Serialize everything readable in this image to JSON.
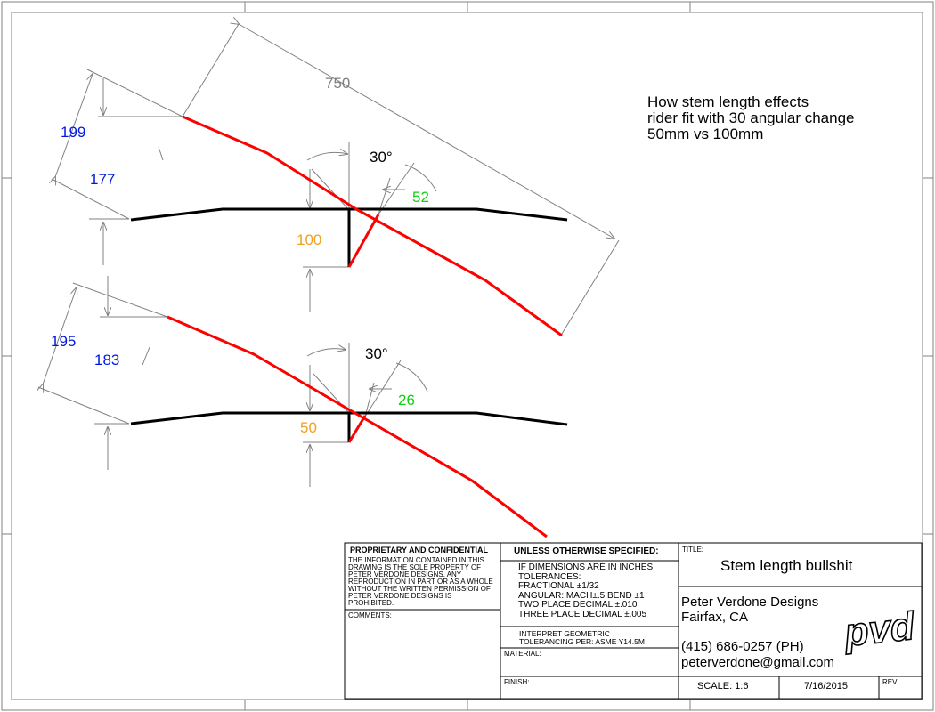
{
  "note": {
    "line1": "How stem length effects",
    "line2": "rider fit with 30 angular change",
    "line3": "50mm vs 100mm"
  },
  "top_setup": {
    "reach_total": "750",
    "offset_outer": "199",
    "offset_inner": "177",
    "stem_length": "100",
    "angle": "30°",
    "rise": "52"
  },
  "bottom_setup": {
    "offset_outer": "195",
    "offset_inner": "183",
    "stem_length": "50",
    "angle": "30°",
    "rise": "26"
  },
  "title_block": {
    "proprietary_heading": "PROPRIETARY AND CONFIDENTIAL",
    "proprietary_text": [
      "THE INFORMATION CONTAINED IN THIS",
      "DRAWING IS THE SOLE PROPERTY OF",
      "PETER VERDONE DESIGNS.  ANY",
      "REPRODUCTION IN PART OR AS A WHOLE",
      "WITHOUT THE WRITTEN PERMISSION OF",
      "PETER VERDONE DESIGNS IS",
      "PROHIBITED."
    ],
    "comments_label": "COMMENTS:",
    "unless_heading": "UNLESS OTHERWISE SPECIFIED:",
    "tolerance_lines": [
      "IF DIMENSIONS ARE IN INCHES",
      "TOLERANCES:",
      "FRACTIONAL ±1/32",
      "ANGULAR: MACH±.5   BEND ±1",
      "TWO PLACE DECIMAL    ±.010",
      "THREE PLACE DECIMAL  ±.005"
    ],
    "geometric_lines": [
      "INTERPRET GEOMETRIC",
      "TOLERANCING PER: ASME Y14.5M"
    ],
    "material_label": "MATERIAL:",
    "finish_label": "FINISH:",
    "title_label": "TITLE:",
    "title": "Stem length bullshit",
    "company": "Peter Verdone Designs",
    "location": "Fairfax, CA",
    "phone": "(415) 686-0257 (PH)",
    "email": "peterverdone@gmail.com",
    "logo_text": "pvd",
    "scale": "SCALE: 1:6",
    "date": "7/16/2015",
    "rev_label": "REV"
  },
  "colors": {
    "bar": "#000000",
    "path": "#ff0000",
    "reach_dims": "#0018e0",
    "stem_dims": "#f0a020",
    "rise_dims": "#10d010",
    "ext_lines": "#808080"
  }
}
